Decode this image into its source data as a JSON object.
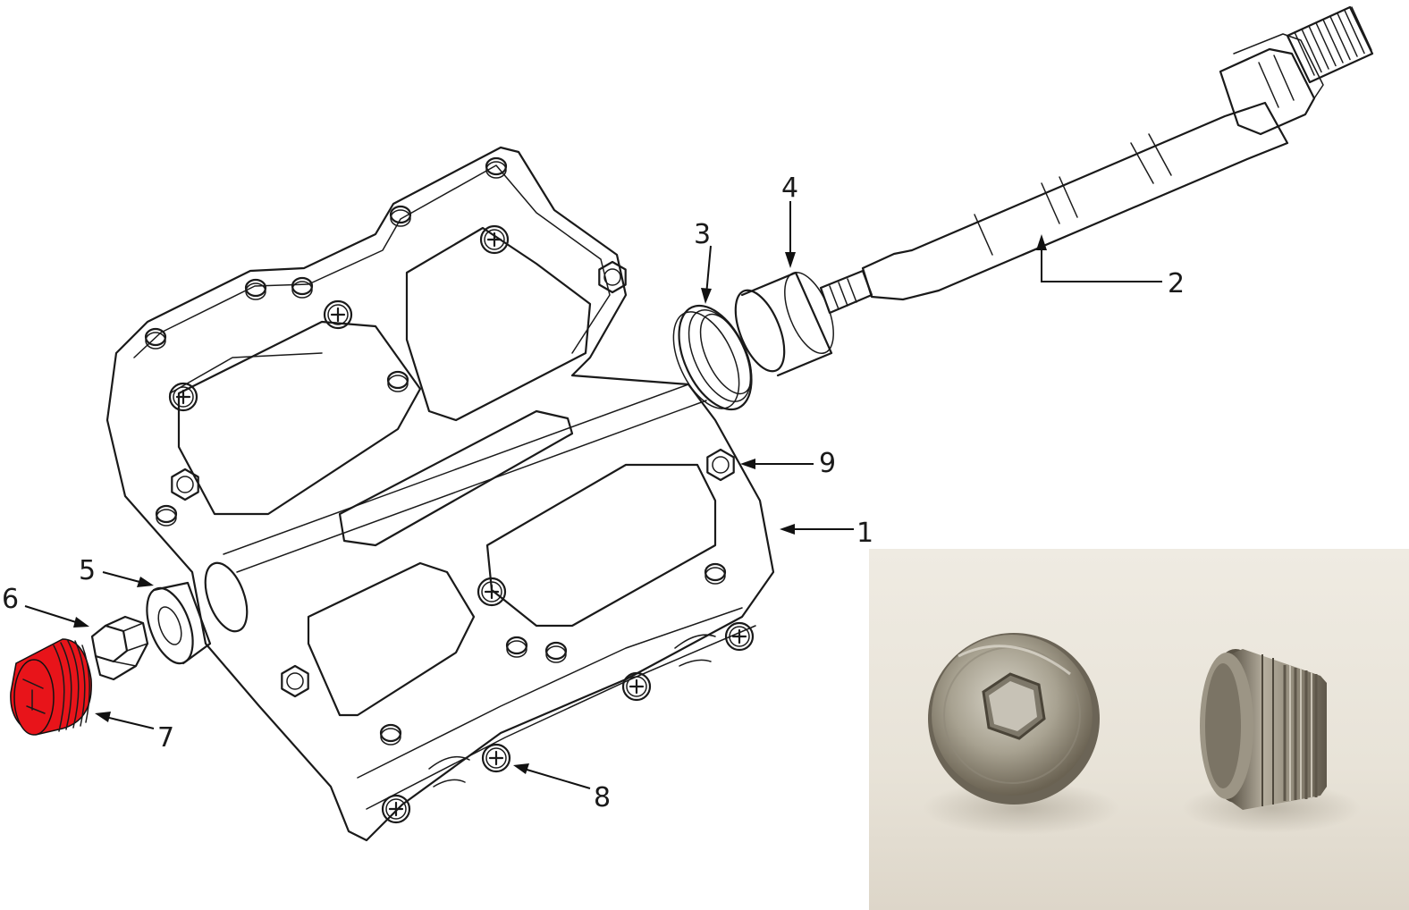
{
  "callouts": [
    {
      "id": "1",
      "label": "1"
    },
    {
      "id": "2",
      "label": "2"
    },
    {
      "id": "3",
      "label": "3"
    },
    {
      "id": "4",
      "label": "4"
    },
    {
      "id": "5",
      "label": "5"
    },
    {
      "id": "6",
      "label": "6"
    },
    {
      "id": "7",
      "label": "7"
    },
    {
      "id": "8",
      "label": "8"
    },
    {
      "id": "9",
      "label": "9"
    }
  ],
  "colors": {
    "highlight_part": "#e8141a",
    "line_art": "#1a1a1a",
    "photo_background": "#ebe6dc",
    "metal": "#9a9487"
  },
  "photo": {
    "subject": "end cap photo (two views)"
  }
}
